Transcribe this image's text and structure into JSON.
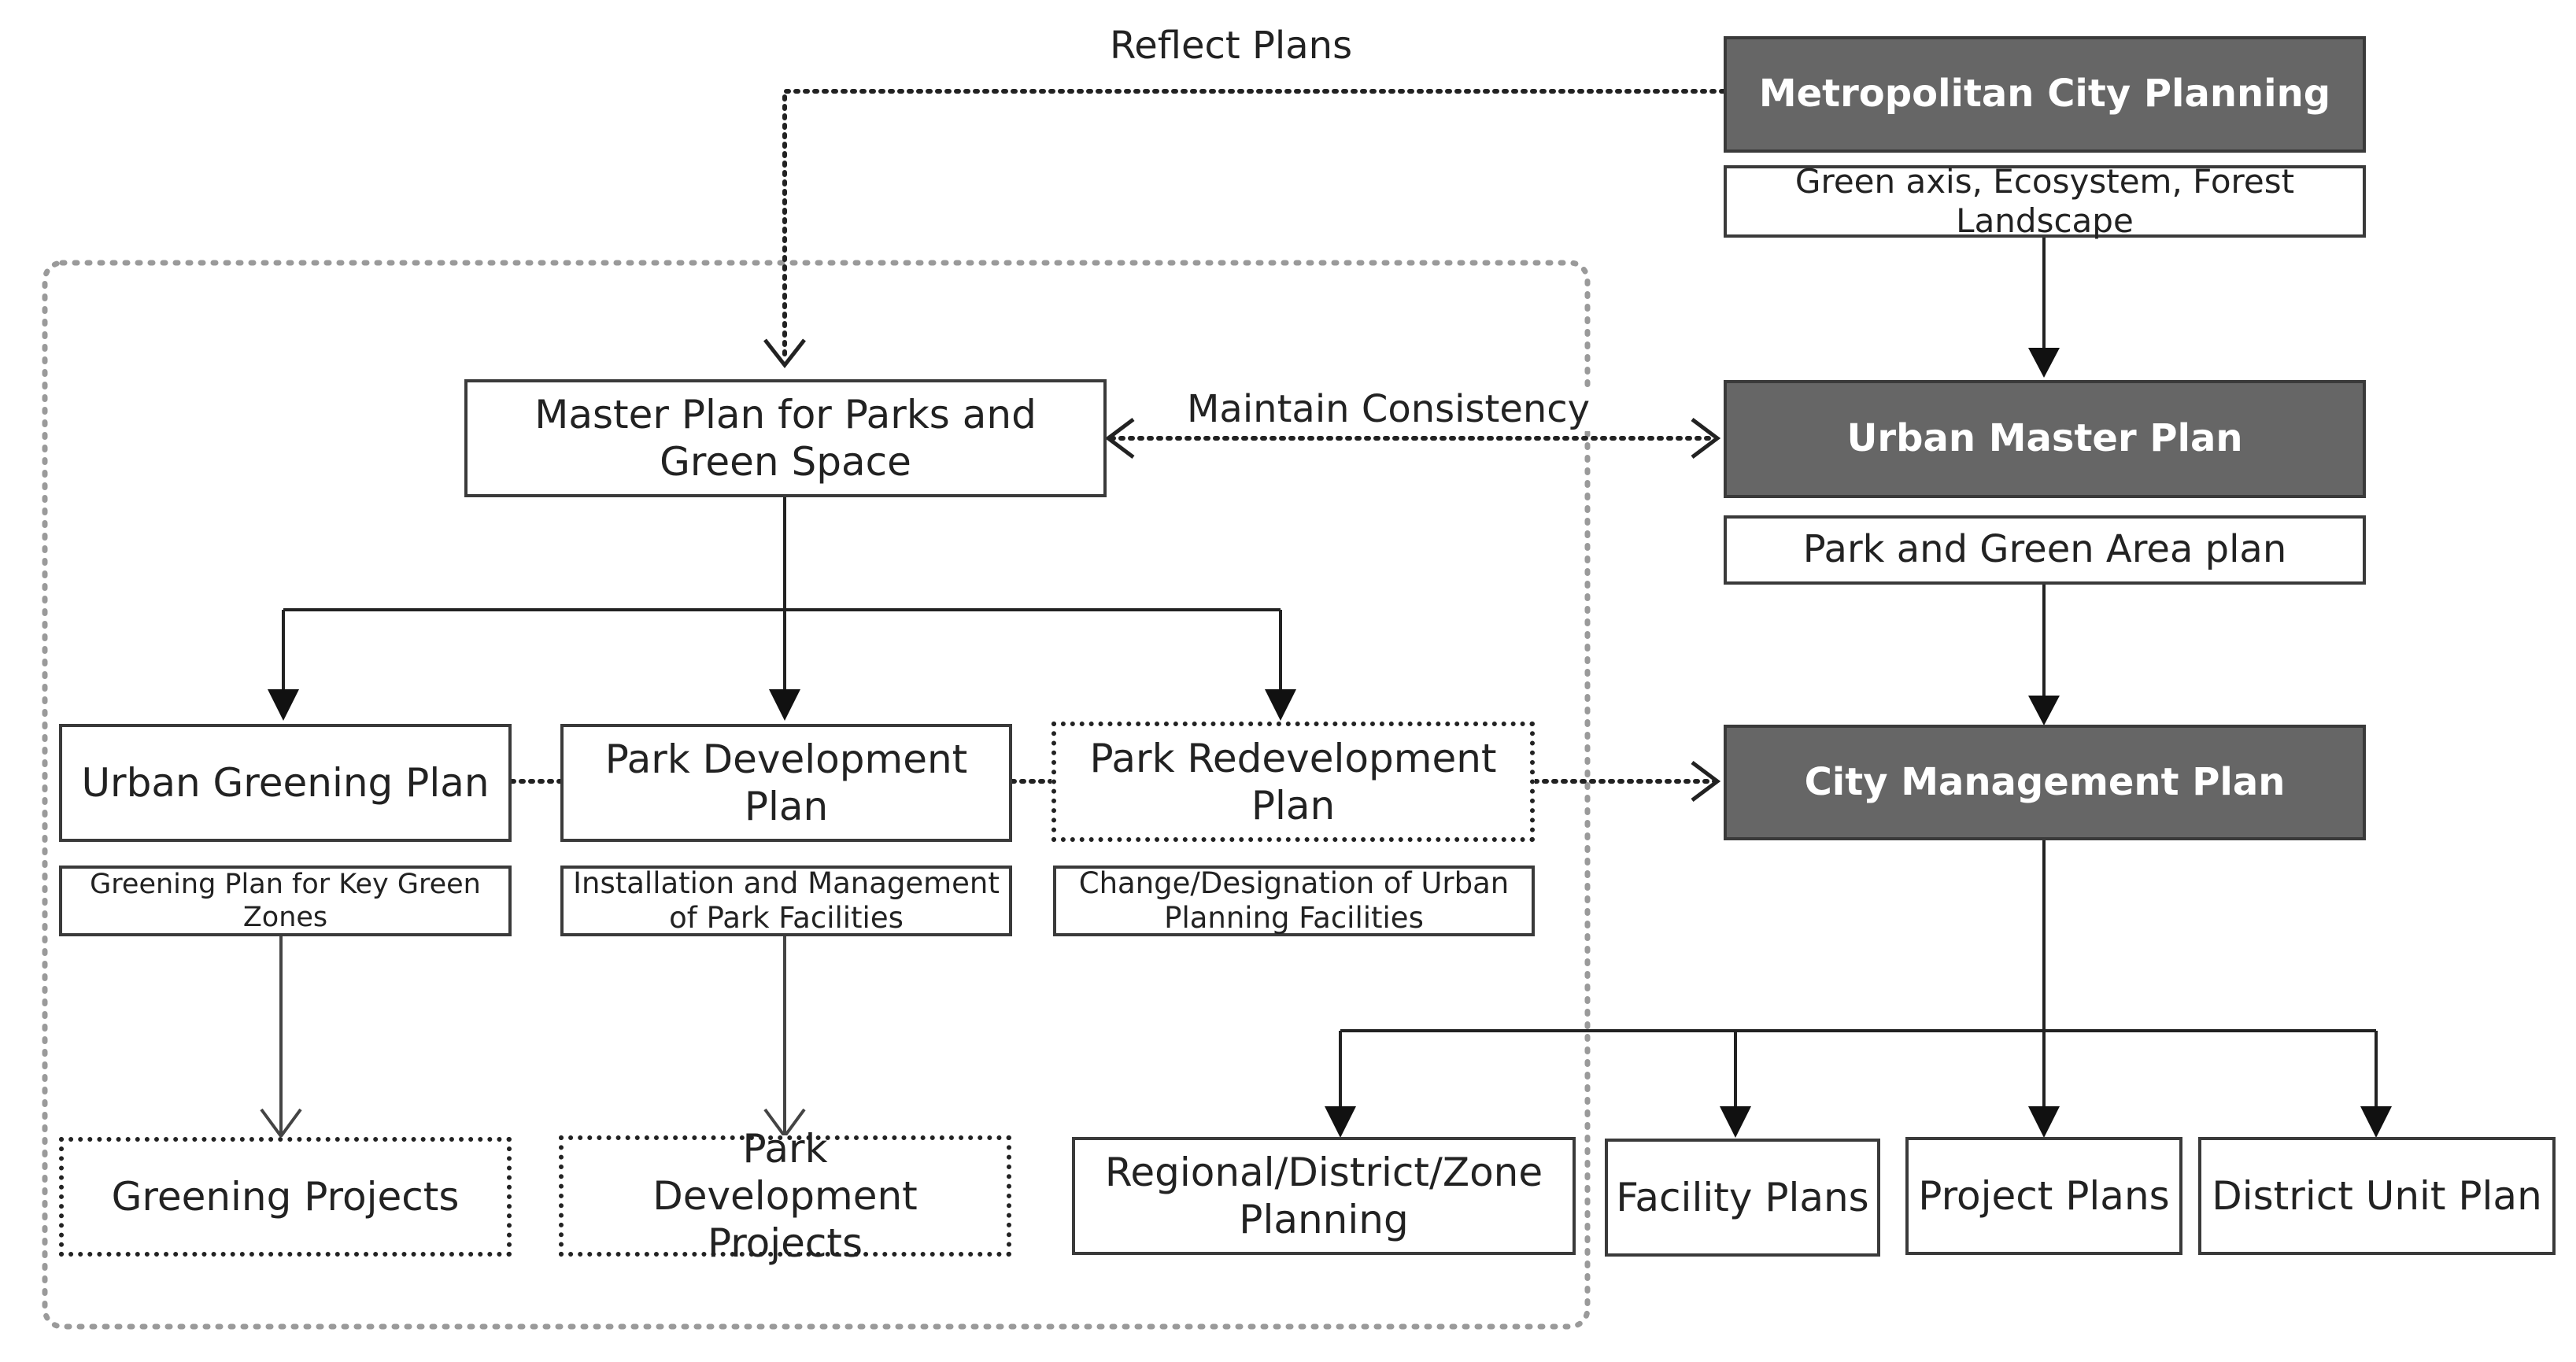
{
  "labels": {
    "reflect_plans": "Reflect Plans",
    "maintain_consistency": "Maintain Consistency"
  },
  "right_column": {
    "metropolitan": "Metropolitan City Planning",
    "metropolitan_sub": "Green axis, Ecosystem, Forest Landscape",
    "urban_master": "Urban Master Plan",
    "urban_master_sub": "Park and Green Area plan",
    "city_management": "City Management Plan"
  },
  "left_group": {
    "master_plan": "Master Plan for Parks and Green Space",
    "plans": [
      {
        "title": "Urban Greening Plan",
        "detail": "Greening Plan for Key Green Zones"
      },
      {
        "title": "Park Development Plan",
        "detail": "Installation and Management of Park Facilities"
      },
      {
        "title": "Park Redevelopment Plan",
        "detail": "Change/Designation of Urban Planning Facilities"
      }
    ],
    "projects": [
      "Greening Projects",
      "Park Development Projects"
    ]
  },
  "sub_plans": [
    "Regional/District/Zone Planning",
    "Facility Plans",
    "Project Plans",
    "District Unit Plan"
  ],
  "colors": {
    "dark_box": "#666666",
    "line": "#222222",
    "group_border": "#9a9a9a"
  }
}
